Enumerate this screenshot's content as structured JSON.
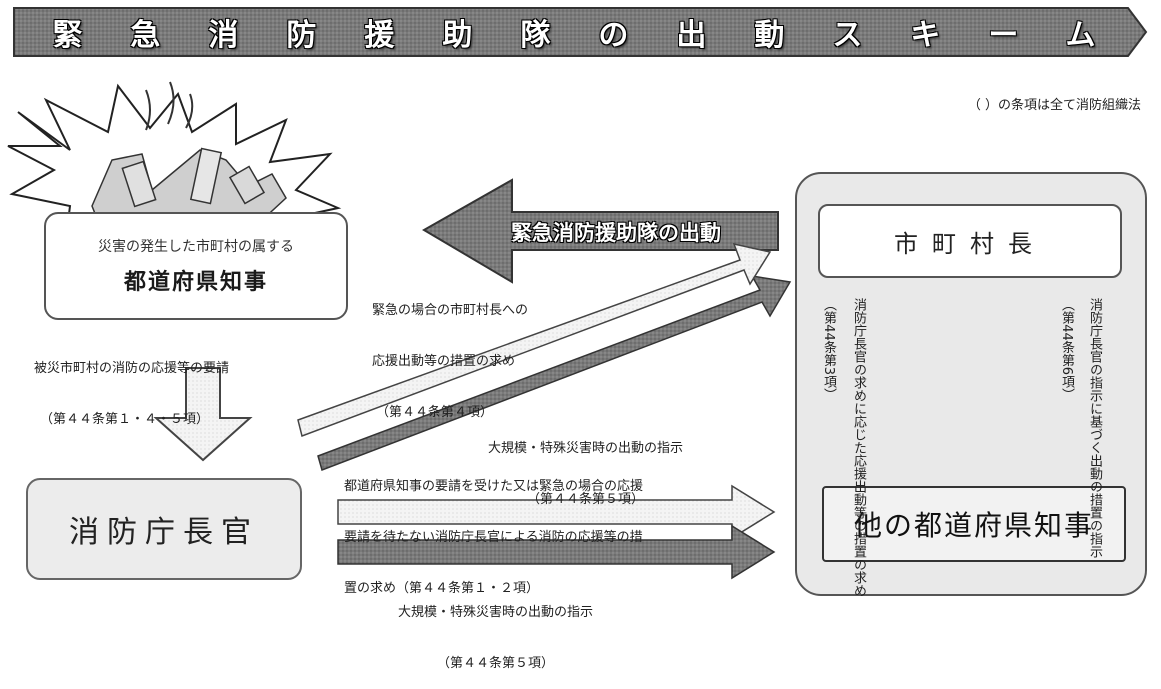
{
  "title": "緊急消防援助隊の出動スキーム",
  "note": "（ ）の条項は全て消防組織法",
  "pref_box": {
    "line1": "災害の発生した市町村の属する",
    "line2": "都道府県知事"
  },
  "request_label": {
    "line1": "被災市町村の消防の応援等の要請",
    "line2": "（第４４条第１・４・５項）"
  },
  "dispatch_banner": "緊急消防援助隊の出動",
  "urgent_request": {
    "line1": "緊急の場合の市町村長への",
    "line2": "応援出動等の措置の求め",
    "line3": "（第４４条第４項）"
  },
  "large_scale_upper": {
    "line1": "大規模・特殊災害時の出動の指示",
    "line2": "（第４４条第５項）"
  },
  "fdma_request": {
    "line1": "都道府県知事の要請を受けた又は緊急の場合の応援",
    "line2": "要請を待たない消防庁長官による消防の応援等の措",
    "line3": "置の求め（第４４条第１・２項）"
  },
  "fdma_box": "消防庁長官",
  "large_scale_lower": {
    "line1": "大規模・特殊災害時の出動の指示",
    "line2": "（第４４条第５項）"
  },
  "mayor_box": "市町村長",
  "other_pref_box": "他の都道府県知事",
  "vertical_left": {
    "text": "消防庁長官の求めに応じた応援出動等の措置の求め",
    "ref": "（第44条第3項）"
  },
  "vertical_right": {
    "text": "消防庁長官の指示に基づく出動の措置の指示",
    "ref": "（第44条第6項）"
  },
  "colors": {
    "banner": "#6e6e6e",
    "arrow_light": "#f4f4f4",
    "arrow_dark": "#7a7a7a",
    "arrow_stroke": "#444444",
    "panel": "#e9e9e9"
  }
}
